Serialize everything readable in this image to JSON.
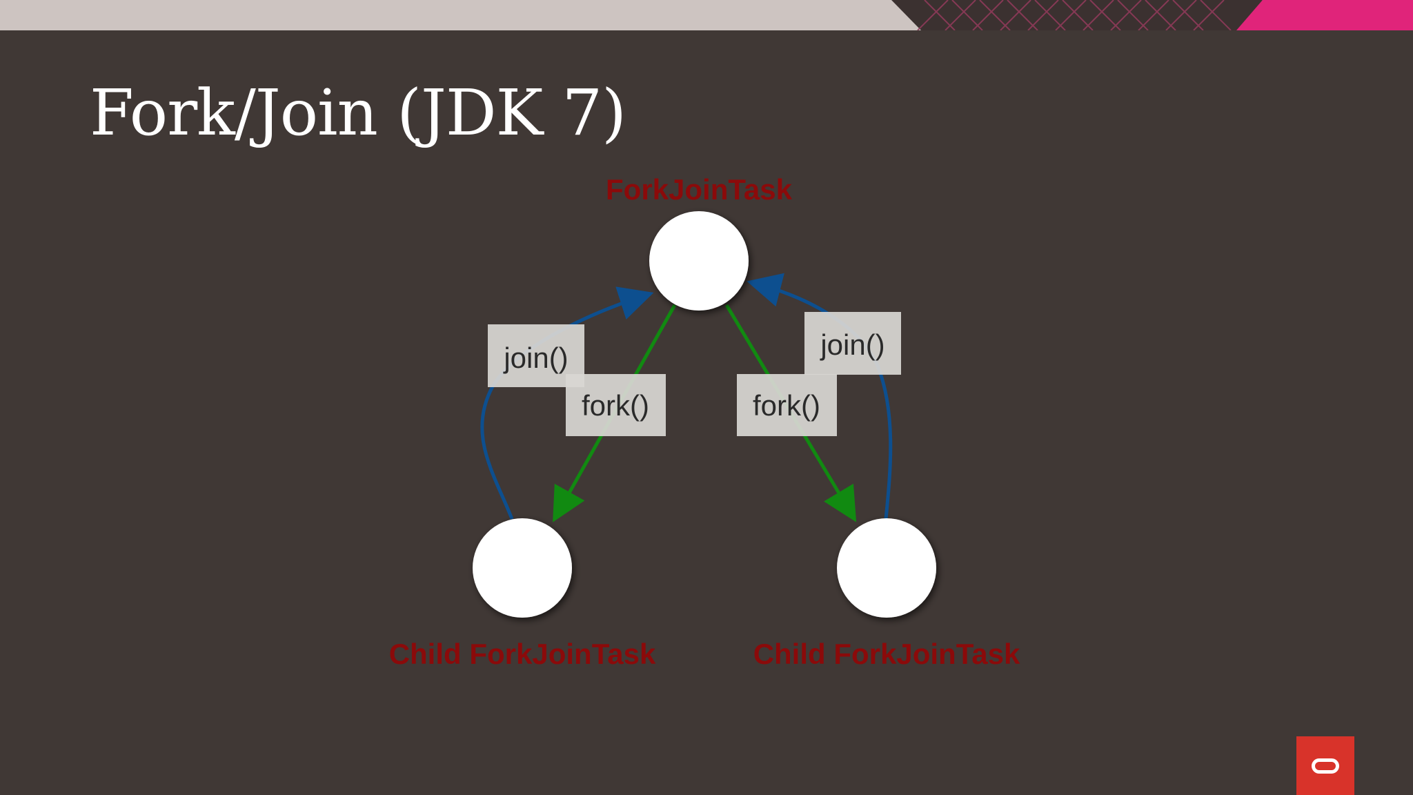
{
  "slide": {
    "title": "Fork/Join (JDK 7)"
  },
  "diagram": {
    "nodes": {
      "parent": {
        "label": "ForkJoinTask"
      },
      "child_left": {
        "label": "Child ForkJoinTask"
      },
      "child_right": {
        "label": "Child ForkJoinTask"
      }
    },
    "edges": {
      "join_left": {
        "label": "join()"
      },
      "fork_left": {
        "label": "fork()"
      },
      "fork_right": {
        "label": "fork()"
      },
      "join_right": {
        "label": "join()"
      }
    }
  },
  "colors": {
    "background": "#403835",
    "top_band": "#cdc4c1",
    "accent_magenta": "#e0247a",
    "fork_arrow": "#118a11",
    "join_arrow": "#0d4f8f",
    "node_label": "#8b0a0a",
    "logo": "#d8332a"
  },
  "icons": {
    "logo": "oracle-logo-icon"
  }
}
